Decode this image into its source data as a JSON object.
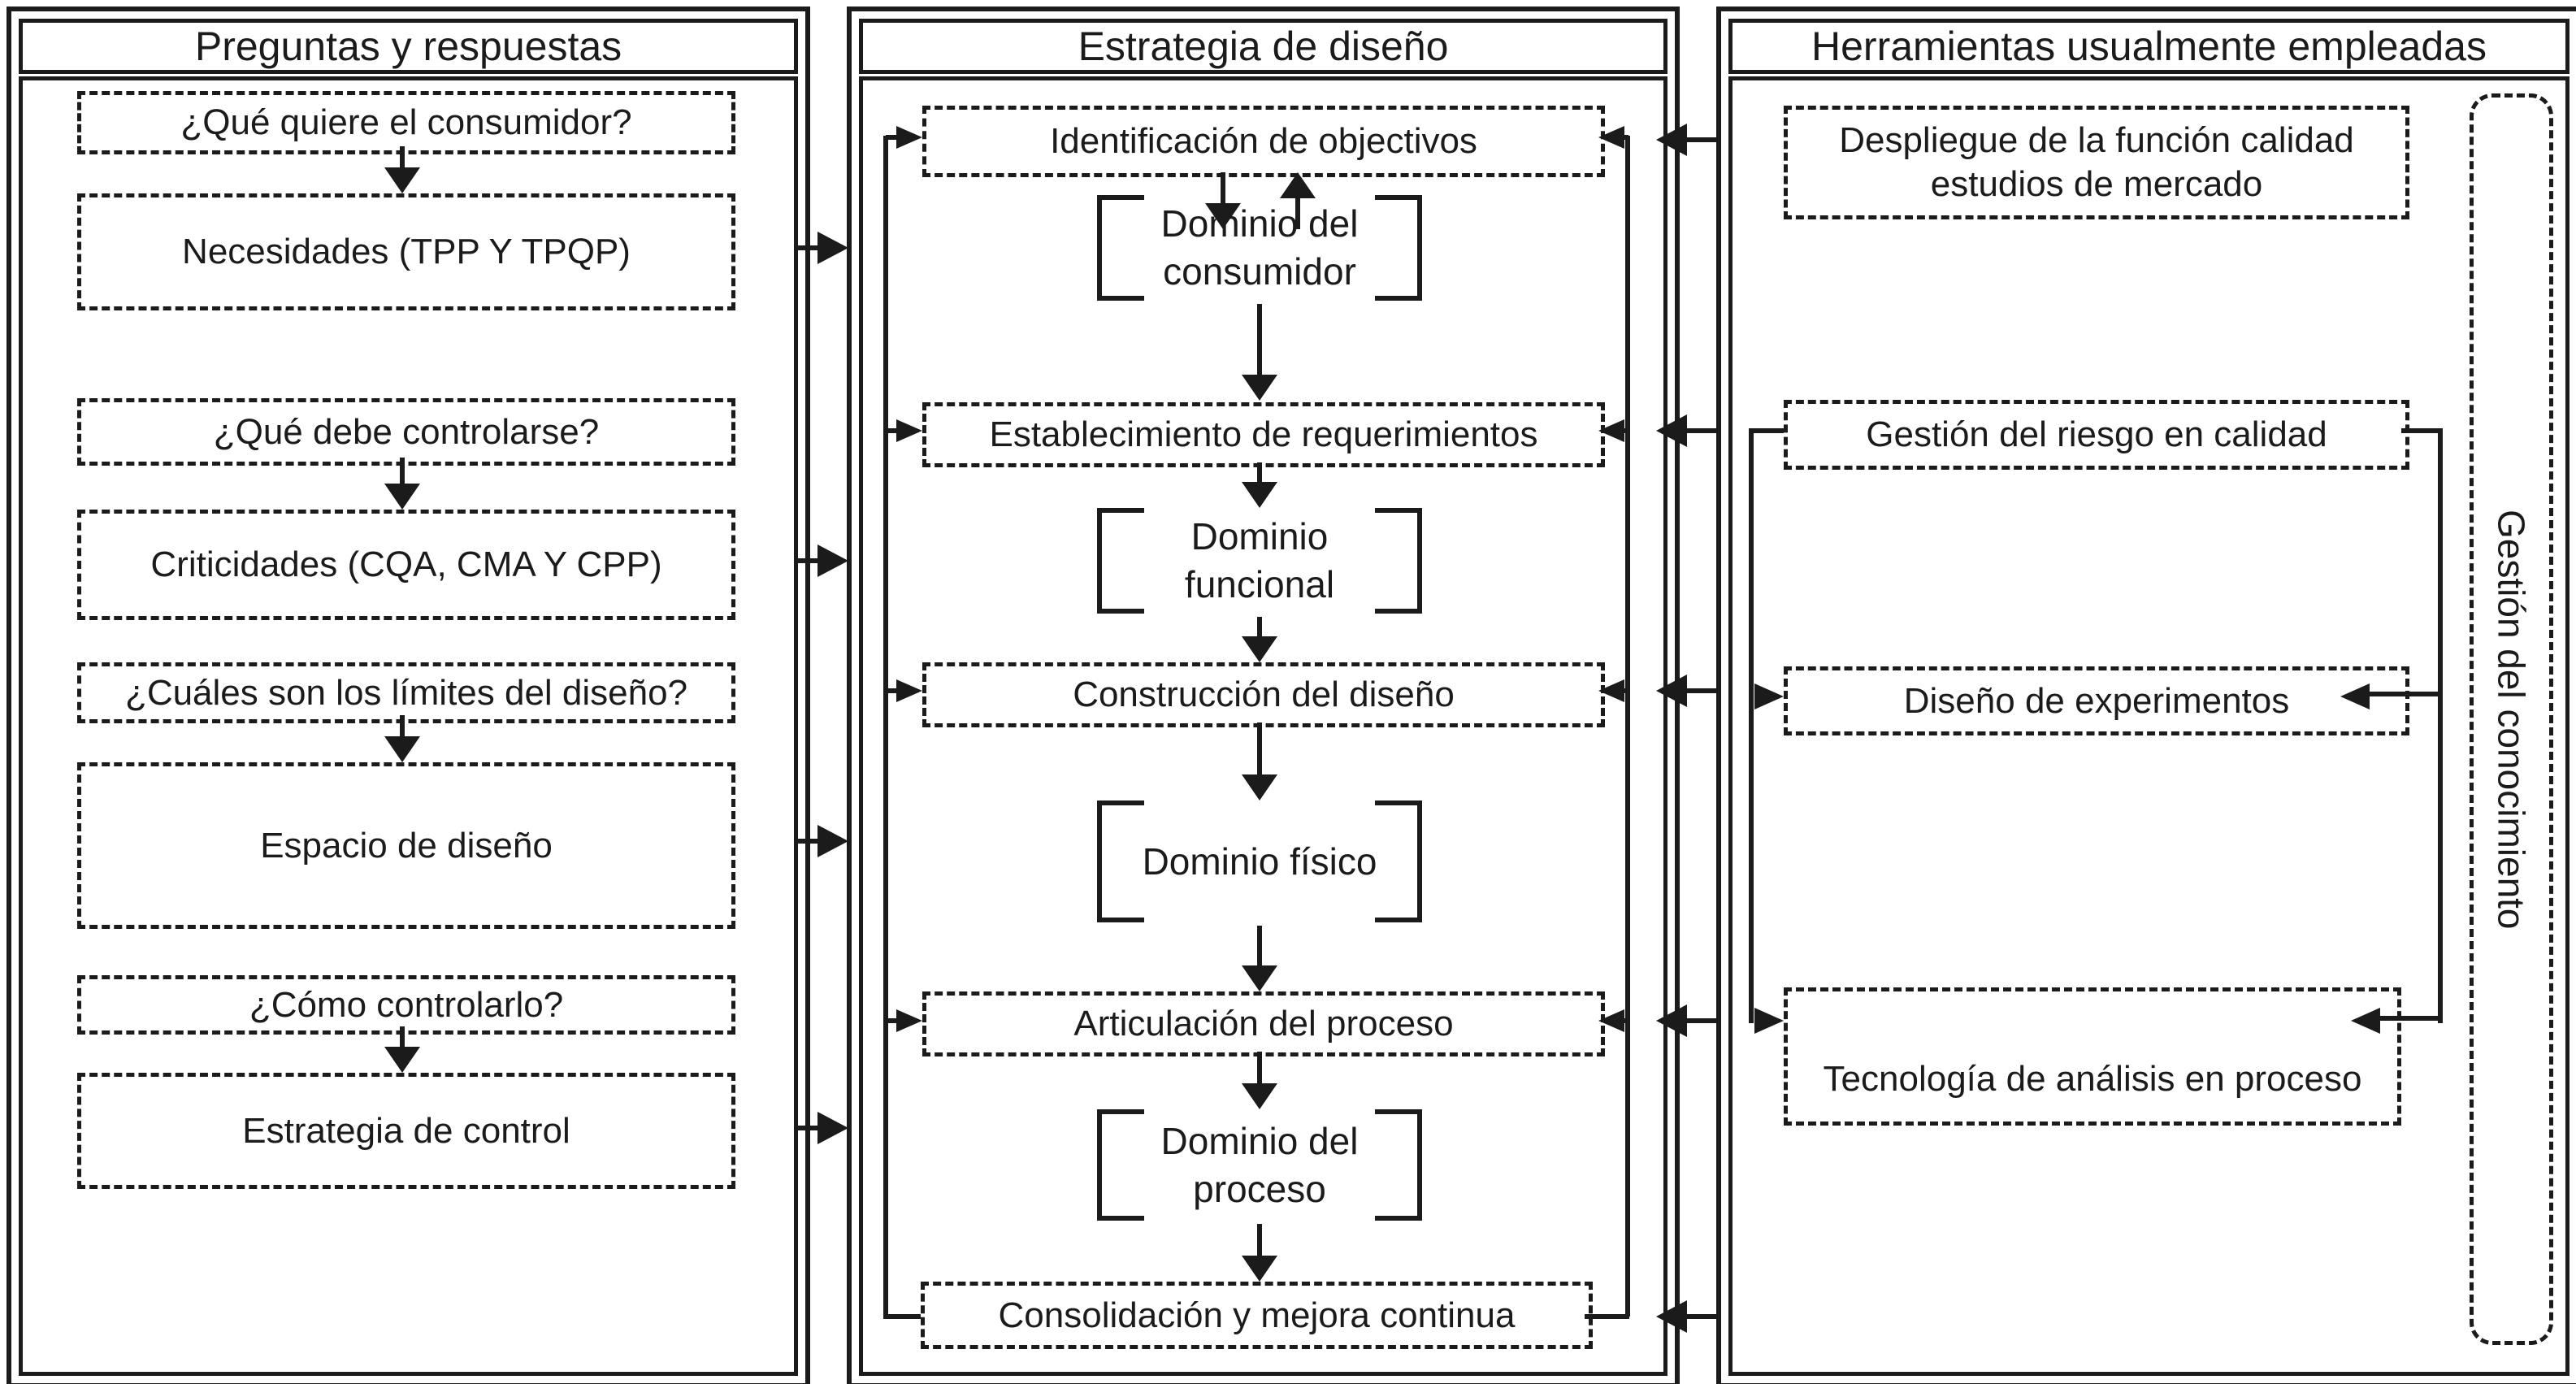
{
  "colors": {
    "ink": "#1b1b1b",
    "paper": "#ffffff"
  },
  "columns": {
    "qa": {
      "title": "Preguntas y respuestas",
      "boxes": [
        "¿Qué quiere el consumidor?",
        "Necesidades (TPP Y TPQP)",
        "¿Qué debe controlarse?",
        "Criticidades (CQA, CMA Y CPP)",
        "¿Cuáles son los límites del diseño?",
        "Espacio de diseño",
        "¿Cómo controlarlo?",
        "Estrategia de control"
      ]
    },
    "strategy": {
      "title": "Estrategia de diseño",
      "steps": [
        "Identificación de objectivos",
        "Establecimiento de requerimientos",
        "Construcción del diseño",
        "Articulación del proceso",
        "Consolidación y mejora continua"
      ],
      "domains": [
        [
          "Dominio del",
          "consumidor"
        ],
        [
          "Dominio",
          "funcional"
        ],
        [
          "Dominio físico"
        ],
        [
          "Dominio del",
          "proceso"
        ]
      ]
    },
    "tools": {
      "title": "Herramientas usualmente empleadas",
      "boxes": [
        [
          "Despliegue de la función calidad",
          "estudios de mercado"
        ],
        [
          "Gestión del riesgo en calidad"
        ],
        [
          "Diseño de experimentos"
        ],
        [
          "Tecnología de análisis en proceso"
        ]
      ],
      "side_label": "Gestión del conocimiento"
    }
  }
}
